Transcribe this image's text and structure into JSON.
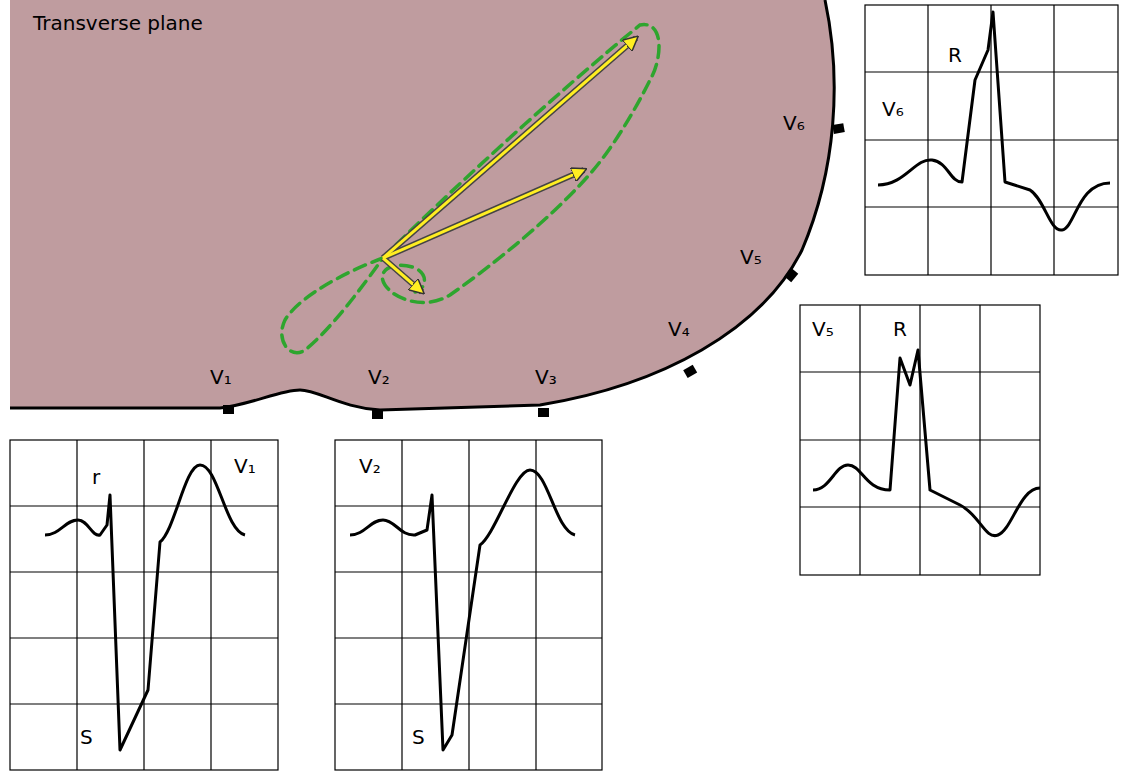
{
  "diagram": {
    "labels": [
      "Transverse plane",
      "V₆",
      "V₅",
      "V₄",
      "V₃",
      "V₂",
      "V₁",
      "R",
      "V₆",
      "V₅",
      "R",
      "r",
      "V₁",
      "S",
      "V₂",
      "S"
    ]
  }
}
